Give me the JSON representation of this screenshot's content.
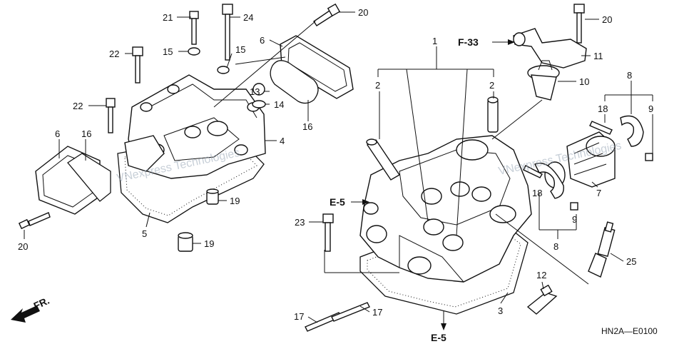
{
  "diagram_code": "HN2A—E0100",
  "front_indicator": "FR.",
  "references": [
    "F-33",
    "E-5",
    "E-5"
  ],
  "watermark": [
    "VNexpress Technologies",
    "VNexpress Technologies"
  ],
  "callouts": [
    "1",
    "2",
    "2",
    "3",
    "4",
    "5",
    "6",
    "6",
    "7",
    "8",
    "8",
    "9",
    "9",
    "10",
    "11",
    "12",
    "13",
    "14",
    "15",
    "15",
    "16",
    "16",
    "17",
    "17",
    "18",
    "18",
    "19",
    "19",
    "20",
    "20",
    "20",
    "21",
    "22",
    "22",
    "23",
    "24",
    "25"
  ]
}
